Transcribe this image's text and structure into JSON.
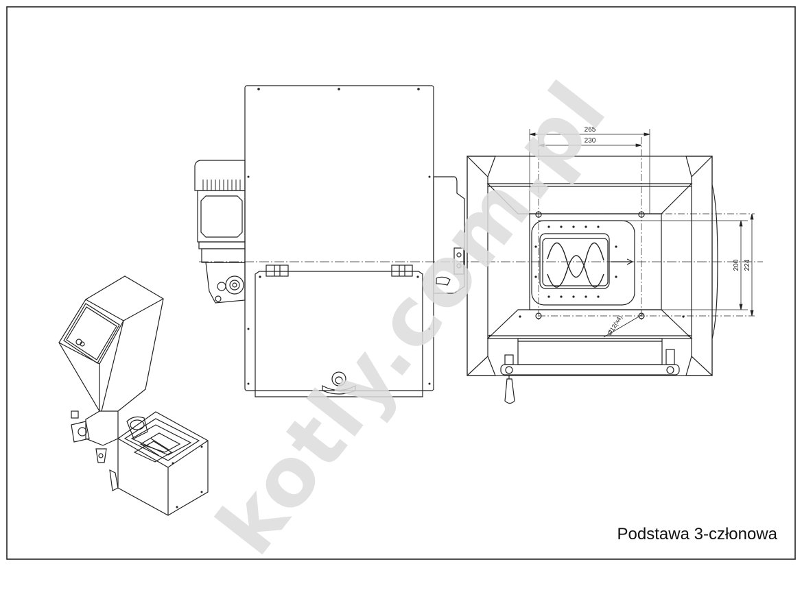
{
  "drawing": {
    "watermark": "kotly.com.pl",
    "caption": "Podstawa 3-członowa",
    "dimensions": {
      "width_outer": "265",
      "width_inner": "230",
      "height_inner": "200",
      "height_outer": "224",
      "hole_callout": "Ø12(x4)"
    }
  }
}
